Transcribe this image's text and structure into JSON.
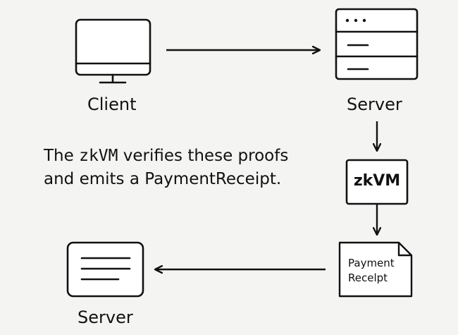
{
  "nodes": {
    "client": {
      "label": "Client"
    },
    "server_top": {
      "label": "Server"
    },
    "zkvm": {
      "label": "zkVM"
    },
    "receipt": {
      "line1": "Payment",
      "line2": "Recelpt"
    },
    "server_bottom": {
      "label": "Server"
    }
  },
  "caption": {
    "prefix": "The ",
    "code": "zkVM",
    "suffix": " verifies these proofs",
    "line2": "and emits a PaymentReceipt."
  },
  "colors": {
    "background": "#f4f4f2",
    "stroke": "#111111",
    "fill": "#ffffff"
  },
  "icons": {
    "client": "monitor-icon",
    "server_top": "server-rack-icon",
    "receipt": "document-icon",
    "server_bottom": "message-card-icon"
  }
}
